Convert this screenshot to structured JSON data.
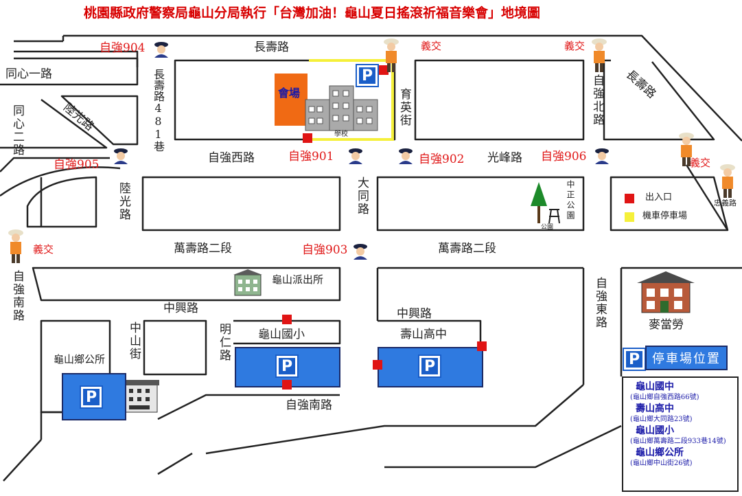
{
  "title": "桃園縣政府警察局龜山分局執行「台灣加油！龜山夏日搖滾祈福音樂會」地境圖",
  "streets": {
    "changshou_top": "長壽路",
    "changshou_481": "長壽路481巷",
    "tongxin_1": "同心一路",
    "tongxin_2": "同心二路",
    "luguang_upper": "陸光路",
    "luguang_lower": "陸光路",
    "ziqiang_west": "自強西路",
    "yuying": "育英街",
    "ziqiang_north": "自強北路",
    "changshou_right": "長壽路",
    "guangfeng": "光峰路",
    "datong": "大同路",
    "zhongzheng_park": "中正公園",
    "wanshou_left": "萬壽路二段",
    "wanshou_right": "萬壽路二段",
    "ziqiang_south_left": "自強南路",
    "ziqiang_east": "自強東路",
    "zhongxing_left": "中興路",
    "zhongxing_right": "中興路",
    "zhongshan": "中山街",
    "mingren": "明仁路",
    "ziqiang_south_bottom": "自強南路",
    "zhongyi": "忠義路"
  },
  "posts": {
    "p904": "自強904",
    "p905": "自強905",
    "p901": "自強901",
    "p902": "自強902",
    "p906": "自強906",
    "p903": "自強903"
  },
  "volunteers": {
    "v1": "義交",
    "v2": "義交",
    "v3": "義交",
    "v4": "義交"
  },
  "places": {
    "venue": "會場",
    "school_small": "學校",
    "park_small": "公園",
    "police_station": "龜山派出所",
    "guishan_elementary": "龜山國小",
    "shoushan_high": "壽山高中",
    "township_office": "龜山鄉公所",
    "mcdonalds": "麥當勞"
  },
  "legend": {
    "entrance": "出入口",
    "scooter_parking": "機車停車場"
  },
  "parking_badge": "P",
  "parking_title": "停車場位置",
  "parking_list": [
    {
      "name": "龜山國中",
      "address": "(龜山鄉自強西路66號)"
    },
    {
      "name": "壽山高中",
      "address": "(龜山鄉大同路23號)"
    },
    {
      "name": "龜山國小",
      "address": "(龜山鄉萬壽路二段933巷14號)"
    },
    {
      "name": "龜山鄉公所",
      "address": "(龜山鄉中山街26號)"
    }
  ],
  "colors": {
    "entrance": "#e01414",
    "scooter_parking": "#f5f03a",
    "parking_lot": "#2f7ae0",
    "venue": "#f06a14",
    "label_red": "#e01818",
    "title": "#d80000"
  }
}
